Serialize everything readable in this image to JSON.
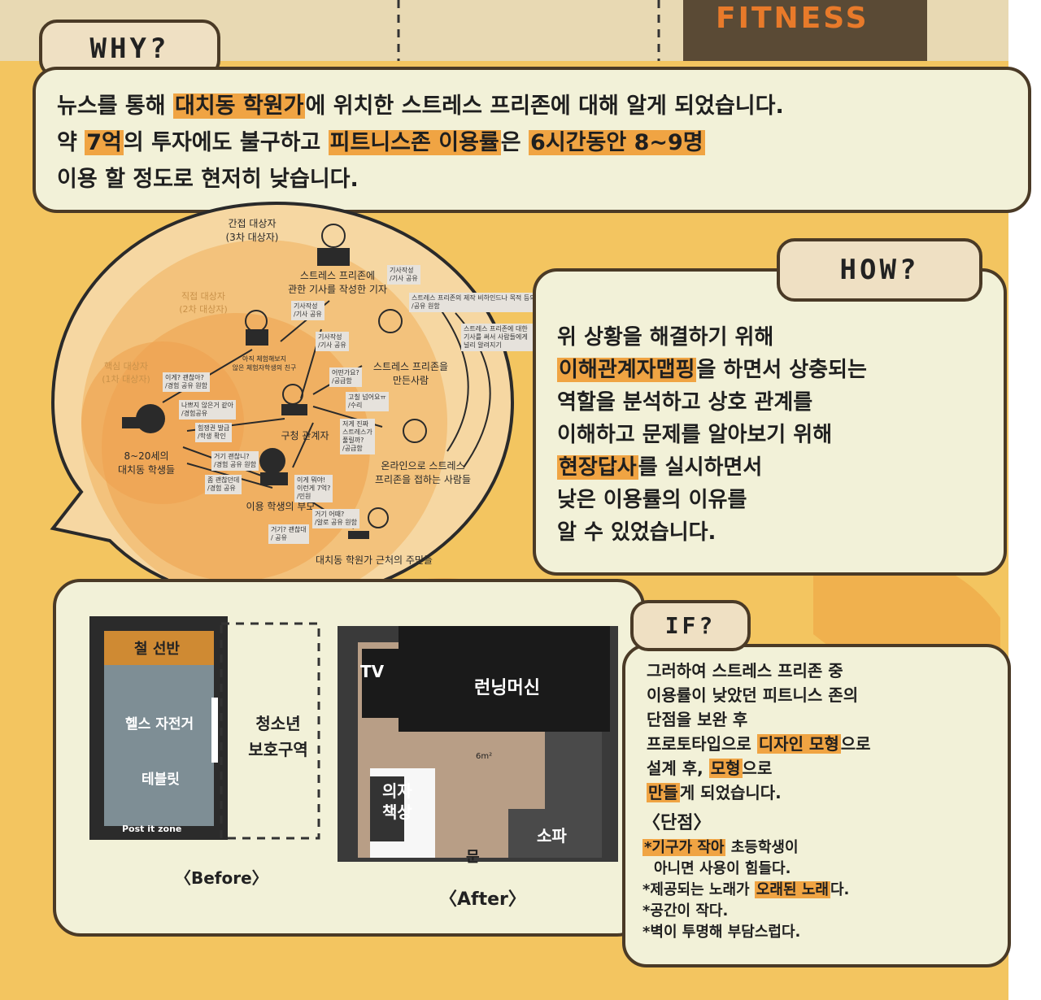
{
  "header": {
    "fitness_sign": "FITNESS"
  },
  "why": {
    "tag": "WHY?",
    "line1": {
      "a": "뉴스를 통해 ",
      "hl1": "대치동 학원가",
      "b": "에 위치한 스트레스 프리존에 대해 알게 되었습니다."
    },
    "line2": {
      "a": "약 ",
      "hl1": "7억",
      "b": "의 투자에도 불구하고 ",
      "hl2": "피트니스존 이용률",
      "c": "은 ",
      "hl3": "6시간동안 8~9명"
    },
    "line3": "이용 할 정도로 현저히 낮습니다."
  },
  "stakeholder_map": {
    "outer": {
      "title": "간접 대상자",
      "sub": "(3차 대상자)"
    },
    "middle": {
      "title": "직접 대상자",
      "sub": "(2차 대상자)"
    },
    "inner": {
      "title": "핵심 대상자",
      "sub": "(1차 대상자)"
    },
    "actors": {
      "reporter": "스트레스 프리존에\n관한 기사를 작성한 기자",
      "friend": "아직 체험해보지\n않은 체험자학생의 친구",
      "creator": "스트레스 프리존을\n만든사람",
      "students": "8~20세의\n대치동 학생들",
      "official": "구청 관계자",
      "online": "온라인으로 스트레스\n프리존을 접하는 사람들",
      "parent": "이용 학생의 부모",
      "residents": "대치동 학원가 근처의 주민들"
    },
    "notes": [
      "기사작성\n/기사 공유",
      "스트레스 프리존의 제작 비하인드나 목적 등의 인터뷰\n/공유 원함",
      "기사작성\n/기사 공유",
      "기사작성\n/기사 공유",
      "스트레스 프리존에 대한\n기사를 써서 사람들에게\n널리 알려지기",
      "이게? 괜찮아?\n/경험 공유 원함",
      "어떤가요?\n/공급함",
      "나쁘지 않은거 같아\n/경험공유",
      "고칠 넘어요ㅠ\n/수리",
      "힘쟁권 발급\n/학생 확인",
      "저게 진짜\n스트레스가\n풀릴까?\n/공급함",
      "거기 괜찮니?\n/경험 공유 원함",
      "좀 괜찮던데\n/경험 공유",
      "이게 뭐야!\n이런게 7억?\n/민원",
      "거기 어때?\n/알로 공유 원함",
      "거기? 괜찮대\n/ 공유"
    ]
  },
  "how": {
    "tag": "HOW?",
    "l1": "위 상황을 해결하기 위해",
    "l2": {
      "hl": "이해관계자맵핑",
      "rest": "을 하면서 상충되는"
    },
    "l3": "역할을 분석하고 상호 관계를",
    "l4": "이해하고 문제를 알아보기 위해",
    "l5": {
      "hl": "현장답사",
      "rest": "를 실시하면서"
    },
    "l6": "낮은 이용률의 이유를",
    "l7": "알 수 있었습니다."
  },
  "before": {
    "shelf": "철 선반",
    "bike": "헬스 자전거",
    "table": "테블릿",
    "post_it": "Post it zone",
    "zone": "청소년\n보호구역",
    "caption": "〈Before〉"
  },
  "after": {
    "tv": "TV",
    "treadmill": "런닝머신",
    "area": "6m²",
    "chair": "의자\n책상",
    "sofa": "소파",
    "door": "문",
    "caption": "〈After〉"
  },
  "if": {
    "tag": "IF?",
    "l1": "그러하여 스트레스 프리존 중",
    "l2": "이용률이 낮았던 피트니스 존의",
    "l3": "단점을 보완 후",
    "l4": {
      "a": "프로토타입으로 ",
      "hl1": "디자인 모형",
      "b": "으로"
    },
    "l5": {
      "a": "설계 후, ",
      "hl1": "모형",
      "b": "으로"
    },
    "l6": {
      "hl1": "만들",
      "b": "게 되었습니다."
    },
    "flaws_title": "〈단점〉",
    "f1": {
      "hl": "*기구가 작아",
      "rest": " 초등학생이"
    },
    "f1b": "아니면 사용이 힘들다.",
    "f2": {
      "a": "*제공되는 노래가 ",
      "hl": "오래된 노래",
      "b": "다."
    },
    "f3": "*공간이 작다.",
    "f4": "*벽이 투명해 부담스럽다."
  },
  "colors": {
    "board": "#f3c560",
    "panel": "#f2f1d8",
    "border": "#4a3a26",
    "highlight": "#f0a443"
  }
}
